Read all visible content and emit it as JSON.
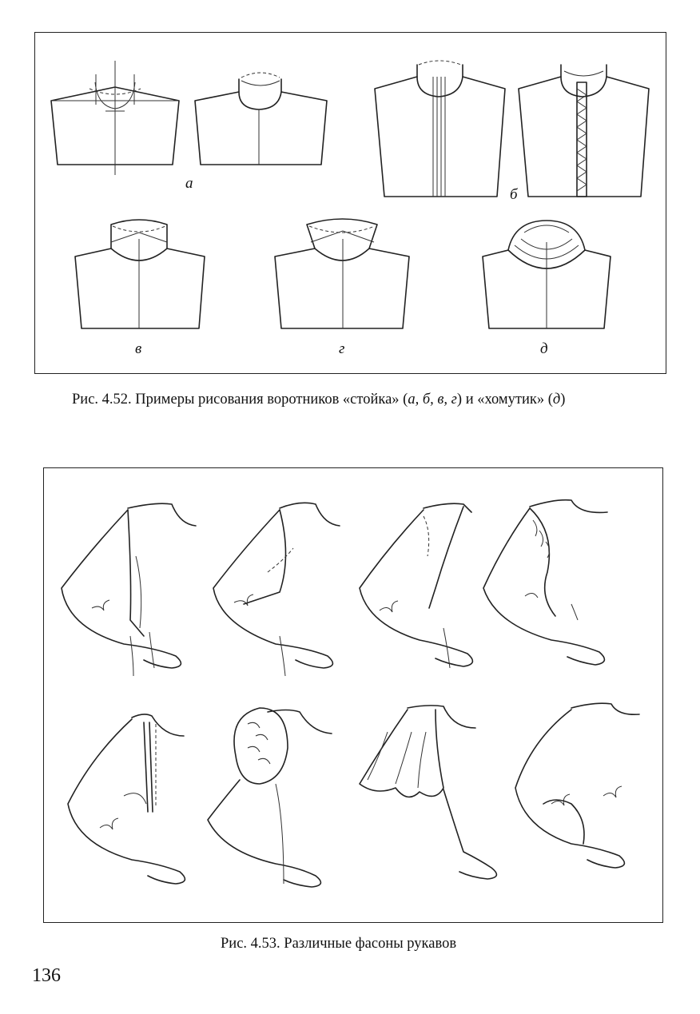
{
  "figure_452": {
    "labels": {
      "a": "а",
      "b": "б",
      "v": "в",
      "g": "г",
      "d": "д"
    },
    "caption_prefix": "Рис. 4.52.",
    "caption_text": " Примеры рисования воротников «стойка» (",
    "caption_letters1": "а, б, в, г",
    "caption_mid": ") и «хомутик» (",
    "caption_letters2": "д",
    "caption_end": ")"
  },
  "figure_453": {
    "caption": "Рис. 4.53. Различные фасоны рукавов"
  },
  "page": {
    "number": "136"
  }
}
